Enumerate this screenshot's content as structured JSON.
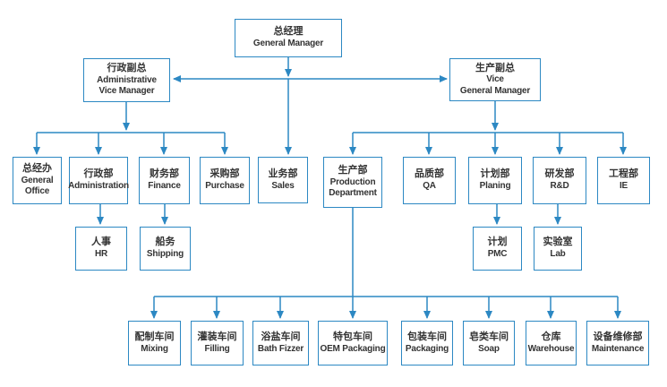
{
  "colors": {
    "line": "#2c88c3",
    "text": "#333333",
    "background": "#ffffff"
  },
  "nodes": {
    "gm": {
      "zh": "总经理",
      "en": "General Manager"
    },
    "admin_vp": {
      "zh": "行政副总",
      "en": "Administrative\nVice Manager"
    },
    "prod_vp": {
      "zh": "生产副总",
      "en": "Vice\nGeneral Manager"
    },
    "general_office": {
      "zh": "总经办",
      "en": "General\nOffice"
    },
    "administration": {
      "zh": "行政部",
      "en": "Administration"
    },
    "finance": {
      "zh": "财务部",
      "en": "Finance"
    },
    "purchase": {
      "zh": "采购部",
      "en": "Purchase"
    },
    "sales": {
      "zh": "业务部",
      "en": "Sales"
    },
    "production": {
      "zh": "生产部",
      "en": "Production\nDepartment"
    },
    "qa": {
      "zh": "品质部",
      "en": "QA"
    },
    "planing": {
      "zh": "计划部",
      "en": "Planing"
    },
    "rd": {
      "zh": "研发部",
      "en": "R&D"
    },
    "ie": {
      "zh": "工程部",
      "en": "IE"
    },
    "hr": {
      "zh": "人事",
      "en": "HR"
    },
    "shipping": {
      "zh": "船务",
      "en": "Shipping"
    },
    "pmc": {
      "zh": "计划",
      "en": "PMC"
    },
    "lab": {
      "zh": "实验室",
      "en": "Lab"
    },
    "mixing": {
      "zh": "配制车间",
      "en": "Mixing"
    },
    "filling": {
      "zh": "灌装车间",
      "en": "Filling"
    },
    "bath_fizzer": {
      "zh": "浴盐车间",
      "en": "Bath Fizzer"
    },
    "oem_packaging": {
      "zh": "特包车间",
      "en": "OEM Packaging"
    },
    "packaging": {
      "zh": "包装车间",
      "en": "Packaging"
    },
    "soap": {
      "zh": "皂类车间",
      "en": "Soap"
    },
    "warehouse": {
      "zh": "仓库",
      "en": "Warehouse"
    },
    "maintenance": {
      "zh": "设备维修部",
      "en": "Maintenance"
    }
  },
  "edges": [
    [
      "gm",
      "admin_vp"
    ],
    [
      "gm",
      "prod_vp"
    ],
    [
      "gm",
      "sales"
    ],
    [
      "admin_vp",
      "general_office"
    ],
    [
      "admin_vp",
      "administration"
    ],
    [
      "admin_vp",
      "finance"
    ],
    [
      "admin_vp",
      "purchase"
    ],
    [
      "prod_vp",
      "production"
    ],
    [
      "prod_vp",
      "qa"
    ],
    [
      "prod_vp",
      "planing"
    ],
    [
      "prod_vp",
      "rd"
    ],
    [
      "prod_vp",
      "ie"
    ],
    [
      "administration",
      "hr"
    ],
    [
      "finance",
      "shipping"
    ],
    [
      "planing",
      "pmc"
    ],
    [
      "rd",
      "lab"
    ],
    [
      "production",
      "mixing"
    ],
    [
      "production",
      "filling"
    ],
    [
      "production",
      "bath_fizzer"
    ],
    [
      "production",
      "oem_packaging"
    ],
    [
      "production",
      "packaging"
    ],
    [
      "production",
      "soap"
    ],
    [
      "production",
      "warehouse"
    ],
    [
      "production",
      "maintenance"
    ]
  ]
}
